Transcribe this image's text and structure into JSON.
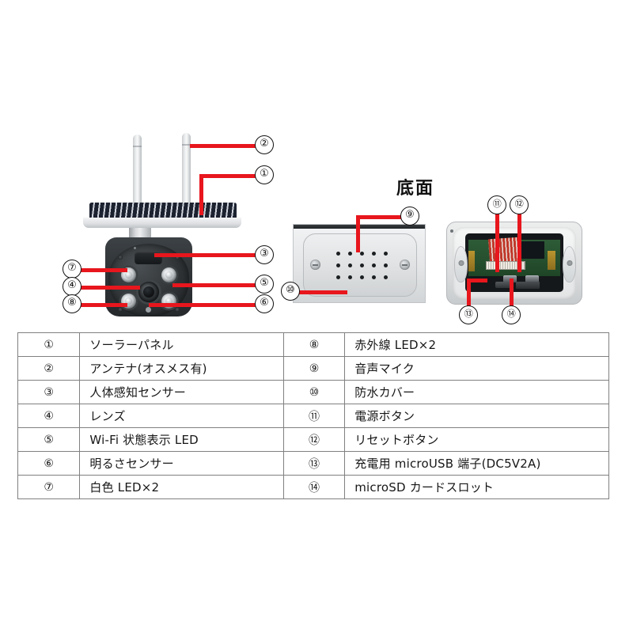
{
  "headings": {
    "bottom_view": "底面"
  },
  "markers": {
    "m1": "①",
    "m2": "②",
    "m3": "③",
    "m4": "④",
    "m5": "⑤",
    "m6": "⑥",
    "m7": "⑦",
    "m8": "⑧",
    "m9": "⑨",
    "m10": "⑩",
    "m11": "⑪",
    "m12": "⑫",
    "m13": "⑬",
    "m14": "⑭"
  },
  "spec_table": {
    "rows": [
      {
        "left_num": "①",
        "left_label": "ソーラーパネル",
        "right_num": "⑧",
        "right_label": "赤外線 LED×2"
      },
      {
        "left_num": "②",
        "left_label": "アンテナ(オスメス有)",
        "right_num": "⑨",
        "right_label": "音声マイク"
      },
      {
        "left_num": "③",
        "left_label": "人体感知センサー",
        "right_num": "⑩",
        "right_label": "防水カバー"
      },
      {
        "left_num": "④",
        "left_label": "レンズ",
        "right_num": "⑪",
        "right_label": "電源ボタン"
      },
      {
        "left_num": "⑤",
        "left_label": "Wi-Fi 状態表示 LED",
        "right_num": "⑫",
        "right_label": "リセットボタン"
      },
      {
        "left_num": "⑥",
        "left_label": "明るさセンサー",
        "right_num": "⑬",
        "right_label": "充電用 microUSB 端子(DC5V2A)"
      },
      {
        "left_num": "⑦",
        "left_label": "白色 LED×2",
        "right_num": "⑭",
        "right_label": "microSD カードスロット"
      }
    ]
  },
  "colors": {
    "leader_red": "#e8161d",
    "solar_cell": "#1d2230",
    "body_dark": "#303437",
    "table_border": "#808080",
    "background": "#ffffff"
  }
}
